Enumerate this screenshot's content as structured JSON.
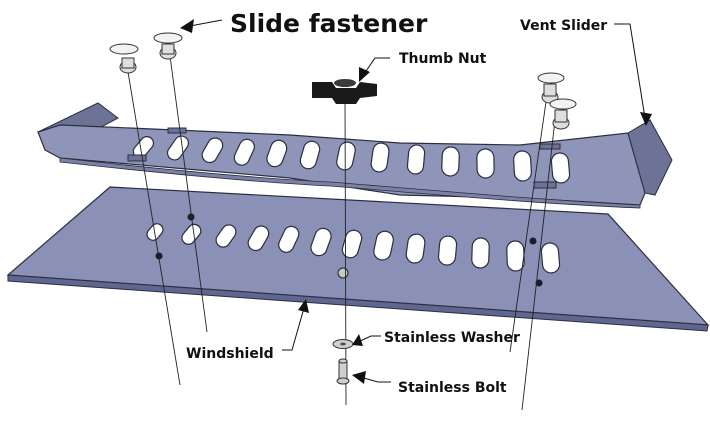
{
  "labels": {
    "slide_fastener": "Slide fastener",
    "vent_slider": "Vent Slider",
    "thumb_nut": "Thumb Nut",
    "windshield": "Windshield",
    "stainless_washer": "Stainless Washer",
    "stainless_bolt": "Stainless Bolt"
  },
  "colors": {
    "panel": "#8f95b8",
    "panel_dark": "#5f6690",
    "ink": "#111111"
  }
}
